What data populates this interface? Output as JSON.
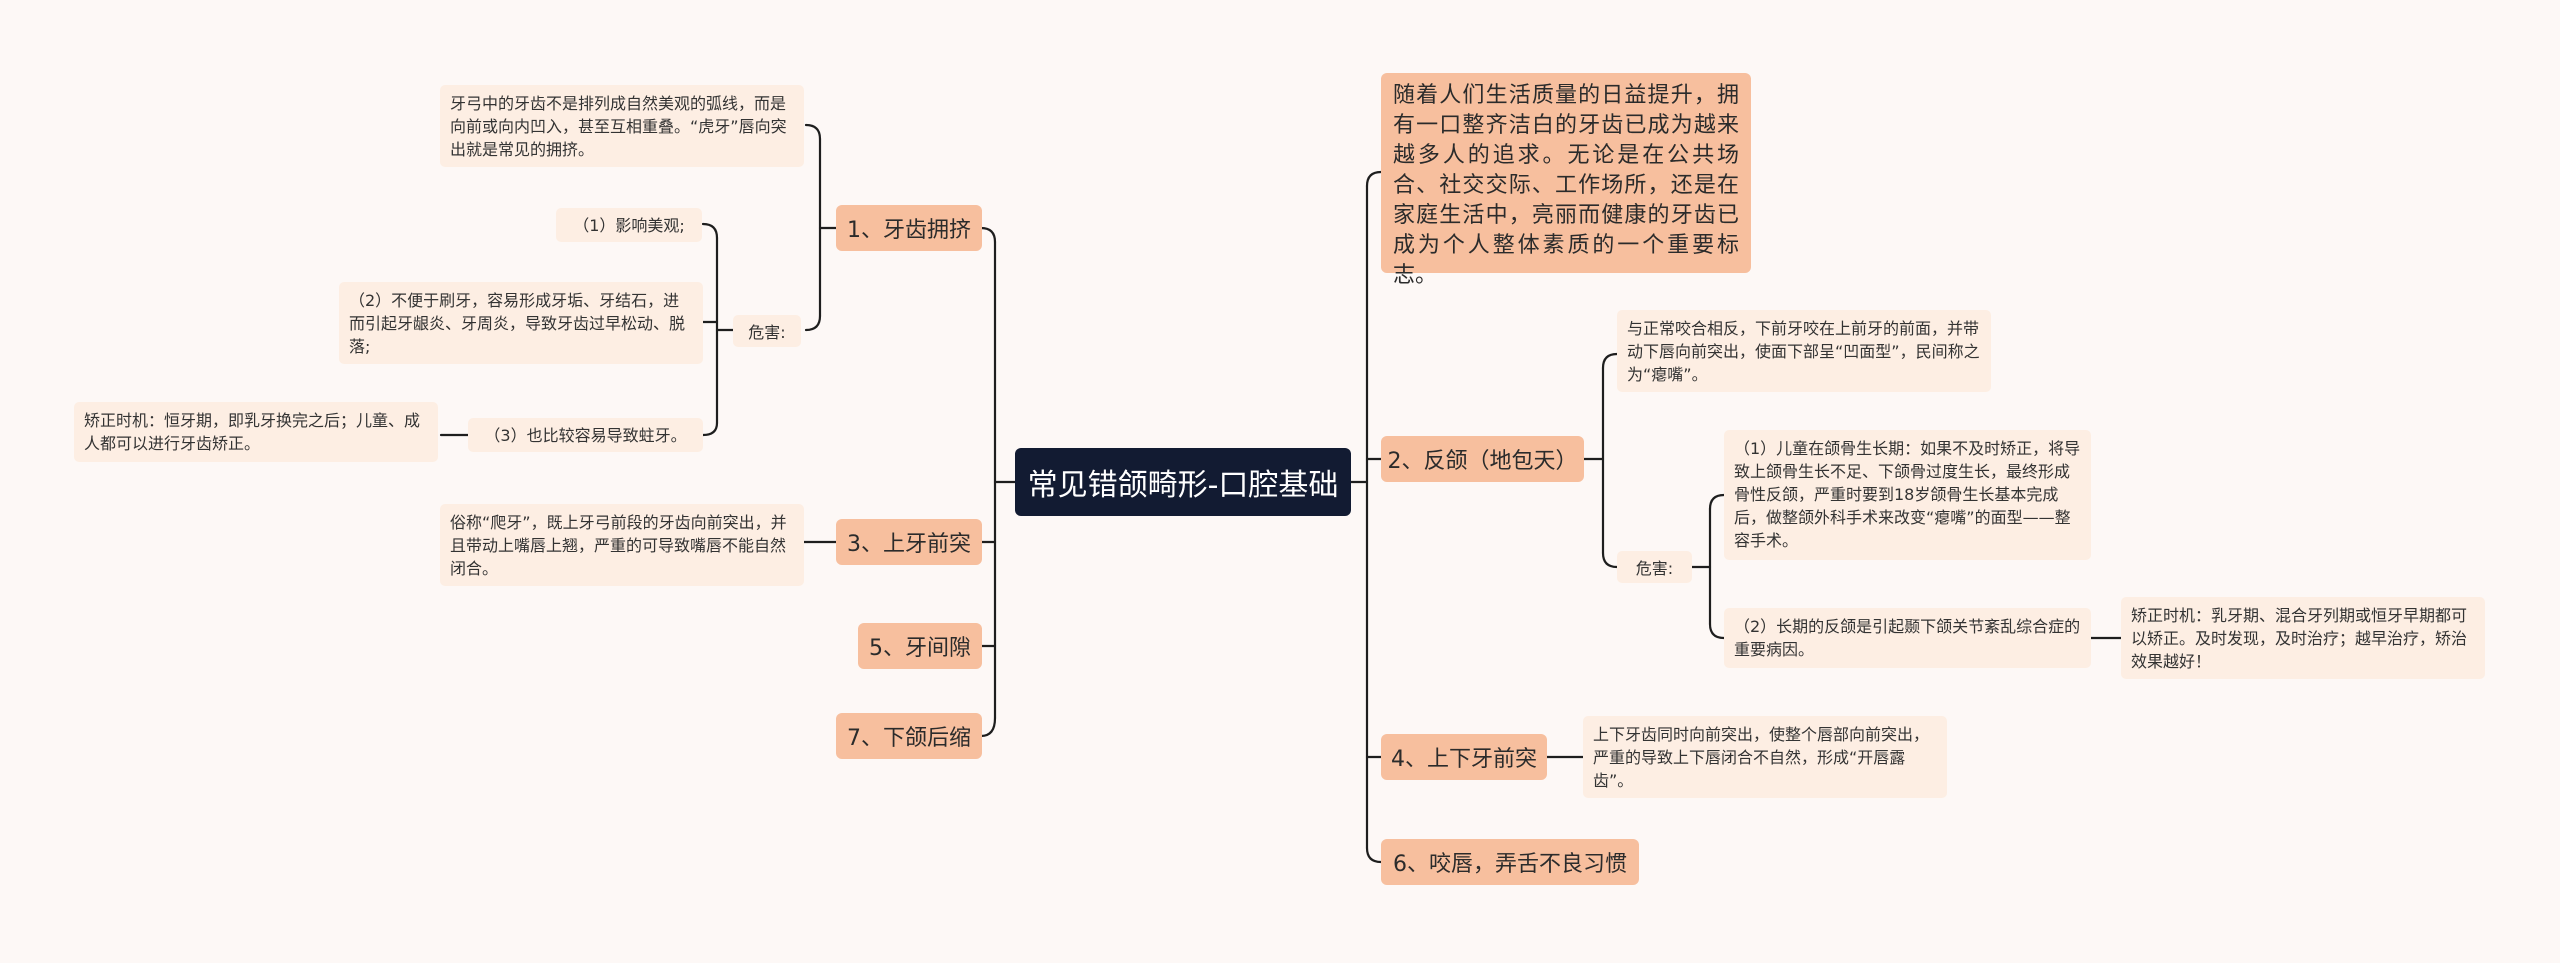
{
  "root": "常见错颌畸形-口腔基础",
  "left": {
    "crowding": {
      "title": "1、牙齿拥挤",
      "desc": "牙弓中的牙齿不是排列成自然美观的弧线，而是向前或向内凹入，甚至互相重叠。“虎牙”唇向突出就是常见的拥挤。",
      "harm_label": "危害:",
      "harm1": "（1）影响美观;",
      "harm2": "（2）不便于刷牙，容易形成牙垢、牙结石，进而引起牙龈炎、牙周炎，导致牙齿过早松动、脱落;",
      "harm3": "（3）也比较容易导致蛀牙。",
      "timing": "矫正时机：恒牙期，即乳牙换完之后；儿童、成人都可以进行牙齿矫正。"
    },
    "protrusion": {
      "title": "3、上牙前突",
      "desc": "俗称“爬牙”，既上牙弓前段的牙齿向前突出，并且带动上嘴唇上翘，严重的可导致嘴唇不能自然闭合。"
    },
    "gap": {
      "title": "5、牙间隙"
    },
    "retrusion": {
      "title": "7、下颌后缩"
    }
  },
  "right": {
    "intro": "随着人们生活质量的日益提升，拥有一口整齐洁白的牙齿已成为越来越多人的追求。无论是在公共场合、社交交际、工作场所，还是在家庭生活中，亮丽而健康的牙齿已成为个人整体素质的一个重要标志。",
    "crossbite": {
      "title": "2、反颌（地包天）",
      "desc": "与正常咬合相反，下前牙咬在上前牙的前面，并带动下唇向前突出，使面下部呈“凹面型”，民间称之为“瘪嘴”。",
      "harm_label": "危害:",
      "harm1": "（1）儿童在颌骨生长期：如果不及时矫正，将导致上颌骨生长不足、下颌骨过度生长，最终形成骨性反颌，严重时要到18岁颌骨生长基本完成后，做整颌外科手术来改变“瘪嘴”的面型——整容手术。",
      "harm2": "（2）长期的反颌是引起颞下颌关节紊乱综合症的重要病因。",
      "timing": "矫正时机：乳牙期、混合牙列期或恒牙早期都可以矫正。及时发现，及时治疗；越早治疗，矫治效果越好！"
    },
    "bimaxillary": {
      "title": "4、上下牙前突",
      "desc": "上下牙齿同时向前突出，使整个唇部向前突出，严重的导致上下唇闭合不自然，形成“开唇露齿”。"
    },
    "habits": {
      "title": "6、咬唇，弄舌不良习惯"
    }
  },
  "colors": {
    "root_bg": "#121b32",
    "branch_bg": "#f7bf9e",
    "leaf_bg": "#fdeee3",
    "line": "#1e1e1e",
    "background": "#fdf8f6"
  }
}
